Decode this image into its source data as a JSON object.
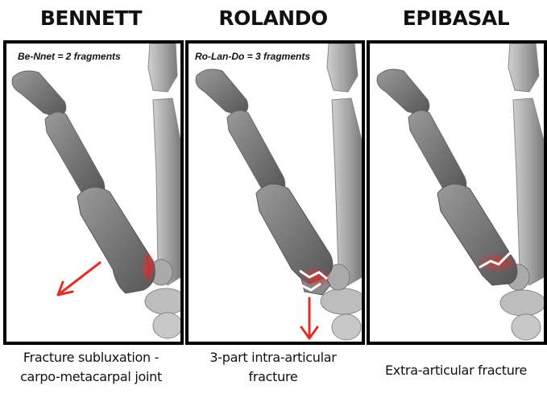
{
  "panels": [
    {
      "heading": "BENNETT",
      "note": "Be-Nnet = 2 fragments",
      "caption_lines": [
        "Fracture subluxation -",
        "carpo-metacarpal joint"
      ]
    },
    {
      "heading": "ROLANDO",
      "note": "Ro-Lan-Do = 3 fragments",
      "caption_lines": [
        "3-part intra-articular",
        "fracture"
      ]
    },
    {
      "heading": "EPIBASAL",
      "note": "",
      "caption_lines": [
        "Extra-articular fracture"
      ]
    }
  ],
  "colors": {
    "border": "#000000",
    "bone_dark": "#6e6e6e",
    "bone_light": "#b9b9b9",
    "fracture_red": "#d8282a"
  }
}
